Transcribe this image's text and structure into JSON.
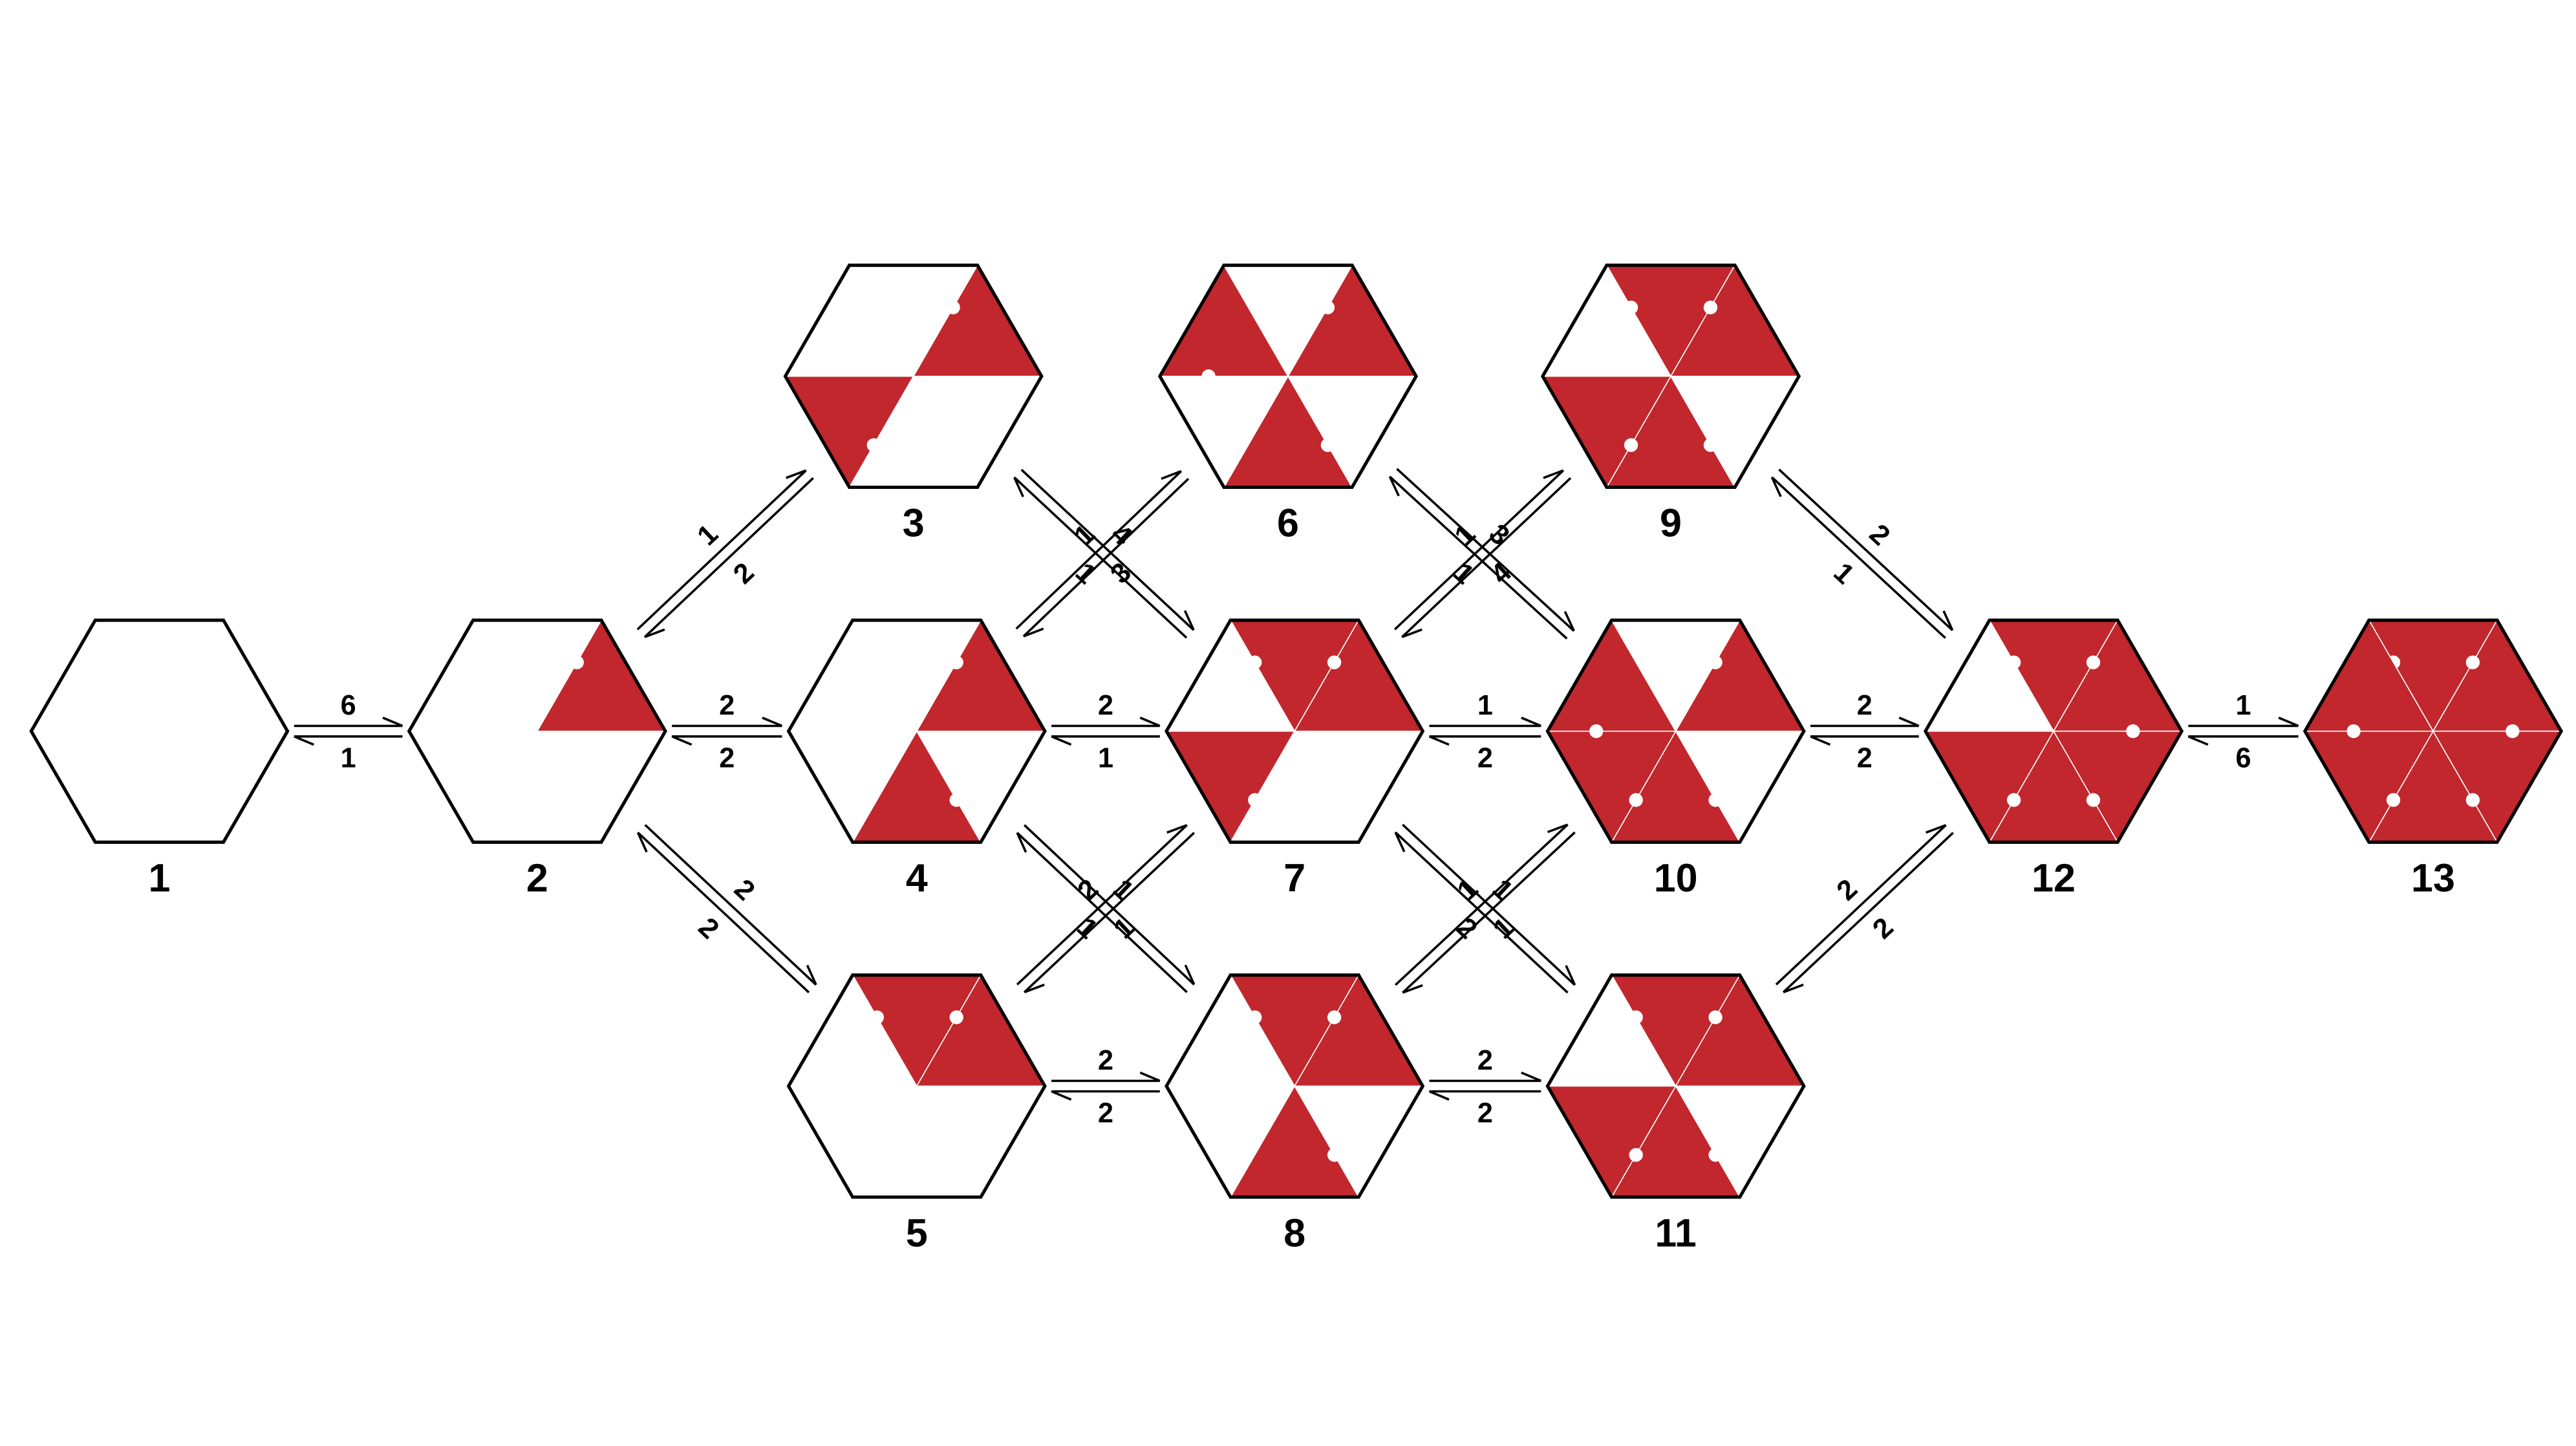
{
  "colors": {
    "fill": "#c1272d",
    "outline": "#000000",
    "background": "#ffffff",
    "seam": "#ffffff"
  },
  "states": [
    {
      "id": "1",
      "label": "1",
      "filled": []
    },
    {
      "id": "2",
      "label": "2",
      "filled": [
        1
      ]
    },
    {
      "id": "3",
      "label": "3",
      "filled": [
        1,
        4
      ]
    },
    {
      "id": "4",
      "label": "4",
      "filled": [
        1,
        3
      ]
    },
    {
      "id": "5",
      "label": "5",
      "filled": [
        0,
        1
      ]
    },
    {
      "id": "6",
      "label": "6",
      "filled": [
        1,
        3,
        5
      ]
    },
    {
      "id": "7",
      "label": "7",
      "filled": [
        0,
        1,
        4
      ]
    },
    {
      "id": "8",
      "label": "8",
      "filled": [
        0,
        1,
        3
      ]
    },
    {
      "id": "9",
      "label": "9",
      "filled": [
        0,
        1,
        3,
        4
      ]
    },
    {
      "id": "10",
      "label": "10",
      "filled": [
        1,
        3,
        4,
        5
      ]
    },
    {
      "id": "11",
      "label": "11",
      "filled": [
        0,
        1,
        3,
        4
      ]
    },
    {
      "id": "12",
      "label": "12",
      "filled": [
        0,
        1,
        2,
        3,
        4
      ]
    },
    {
      "id": "13",
      "label": "13",
      "filled": [
        0,
        1,
        2,
        3,
        4,
        5
      ]
    }
  ],
  "transitions": [
    {
      "from": "1",
      "to": "2",
      "forward": "6",
      "backward": "1"
    },
    {
      "from": "2",
      "to": "3",
      "forward": "1",
      "backward": "2"
    },
    {
      "from": "2",
      "to": "4",
      "forward": "2",
      "backward": "2"
    },
    {
      "from": "2",
      "to": "5",
      "forward": "2",
      "backward": "2"
    },
    {
      "from": "3",
      "to": "7",
      "forward": "4",
      "backward": "1"
    },
    {
      "from": "4",
      "to": "6",
      "forward": "1",
      "backward": "3"
    },
    {
      "from": "4",
      "to": "7",
      "forward": "2",
      "backward": "1"
    },
    {
      "from": "4",
      "to": "8",
      "forward": "1",
      "backward": "1"
    },
    {
      "from": "5",
      "to": "7",
      "forward": "2",
      "backward": "1"
    },
    {
      "from": "5",
      "to": "8",
      "forward": "2",
      "backward": "2"
    },
    {
      "from": "6",
      "to": "10",
      "forward": "3",
      "backward": "1"
    },
    {
      "from": "7",
      "to": "9",
      "forward": "1",
      "backward": "4"
    },
    {
      "from": "7",
      "to": "10",
      "forward": "1",
      "backward": "2"
    },
    {
      "from": "7",
      "to": "11",
      "forward": "1",
      "backward": "2"
    },
    {
      "from": "8",
      "to": "10",
      "forward": "1",
      "backward": "1"
    },
    {
      "from": "8",
      "to": "11",
      "forward": "2",
      "backward": "2"
    },
    {
      "from": "9",
      "to": "12",
      "forward": "2",
      "backward": "1"
    },
    {
      "from": "10",
      "to": "12",
      "forward": "2",
      "backward": "2"
    },
    {
      "from": "11",
      "to": "12",
      "forward": "2",
      "backward": "2"
    },
    {
      "from": "12",
      "to": "13",
      "forward": "1",
      "backward": "6"
    }
  ]
}
